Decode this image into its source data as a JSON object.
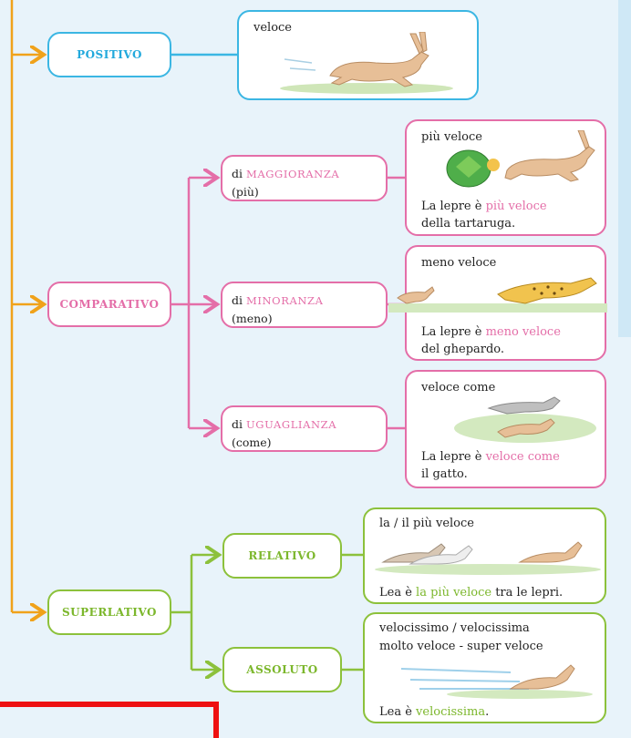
{
  "colors": {
    "orange": "#f0a21a",
    "blue": "#3bb6e3",
    "pink": "#e46ea8",
    "green": "#8cc13b",
    "background": "#e8f3fa",
    "red": "#ee1111"
  },
  "positivo": {
    "label": "POSITIVO",
    "example": "veloce"
  },
  "comparativo": {
    "label": "COMPARATIVO",
    "maggioranza": {
      "prefix": "di",
      "label": "MAGGIORANZA",
      "paren": "(più)",
      "title": "più veloce",
      "s1": "La lepre è ",
      "s2": "più veloce",
      "s3": "della tartaruga."
    },
    "minoranza": {
      "prefix": "di",
      "label": "MINORANZA",
      "paren": "(meno)",
      "title": "meno veloce",
      "s1": "La lepre è ",
      "s2": "meno veloce",
      "s3": "del ghepardo."
    },
    "uguaglianza": {
      "prefix": "di",
      "label": "UGUAGLIANZA",
      "paren": "(come)",
      "title": "veloce come",
      "s1": "La lepre è ",
      "s2": "veloce come",
      "s3": "il gatto."
    }
  },
  "superlativo": {
    "label": "SUPERLATIVO",
    "relativo": {
      "label": "RELATIVO",
      "title": "la / il più veloce",
      "s1": "Lea è ",
      "s2": "la più veloce",
      "s3": " tra le lepri."
    },
    "assoluto": {
      "label": "ASSOLUTO",
      "title1": "velocissimo / velocissima",
      "title2": "molto veloce - super veloce",
      "s1": "Lea è ",
      "s2": "velocissima",
      "s3": "."
    }
  },
  "illustrations": {
    "hare": "running-hare",
    "turtle": "turtle",
    "cheetah": "cheetah",
    "cat": "cat"
  }
}
